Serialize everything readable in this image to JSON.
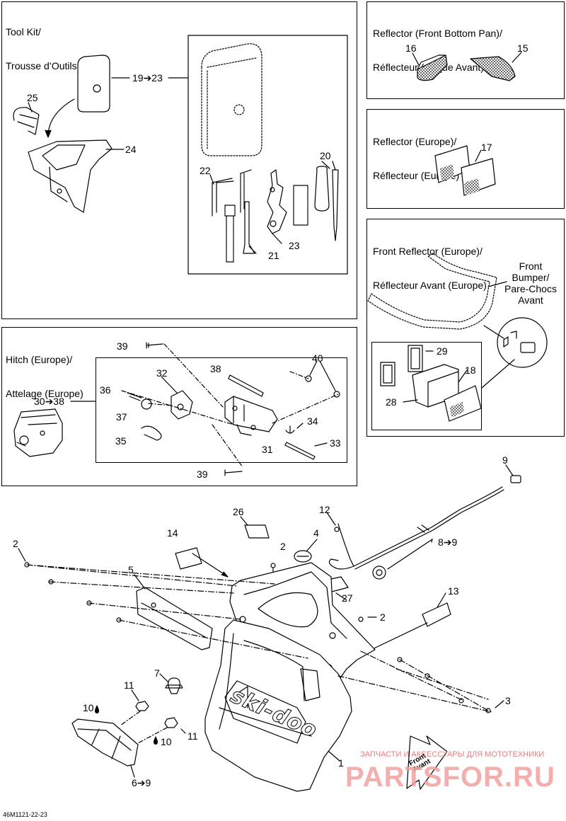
{
  "panels": {
    "tool_kit": {
      "title_line1": "Tool Kit/",
      "title_line2": "Trousse d’Outils"
    },
    "reflector_front_bottom": {
      "title_line1": "Reflector (Front Bottom Pan)/",
      "title_line2": "Réflecteur (Coque Avant)"
    },
    "reflector_europe": {
      "title_line1": "Reflector (Europe)/",
      "title_line2": "Réflecteur (Europe)"
    },
    "front_reflector_europe": {
      "title_line1": "Front Reflector (Europe)/",
      "title_line2": "Réflecteur Avant (Europe)"
    },
    "hitch_europe": {
      "title_line1": "Hitch (Europe)/",
      "title_line2": "Attelage (Europe)"
    }
  },
  "front_bumper_label": {
    "line1": "Front",
    "line2": "Bumper/",
    "line3": "Pare-Chocs",
    "line4": "Avant"
  },
  "part_labels": {
    "p25": "25",
    "p19_23": "19➔23",
    "p24": "24",
    "p22": "22",
    "p20": "20",
    "p23": "23",
    "p21": "21",
    "p16": "16",
    "p15": "15",
    "p17": "17",
    "p29": "29",
    "p18": "18",
    "p28": "28",
    "p39a": "39",
    "p40": "40",
    "p38": "38",
    "p32": "32",
    "p36": "36",
    "p30_38": "30➔38",
    "p37": "37",
    "p34": "34",
    "p35": "35",
    "p33": "33",
    "p31": "31",
    "p39b": "39",
    "p9": "9",
    "p12": "12",
    "p26": "26",
    "p4": "4",
    "p14": "14",
    "p2a": "2",
    "p2b": "2",
    "p8_9": "8➔9",
    "p5": "5",
    "p27": "27",
    "p13": "13",
    "p2c": "2",
    "p7": "7",
    "p11a": "11",
    "p3": "3",
    "p10a": "10",
    "p11b": "11",
    "p10b": "10",
    "p1": "1",
    "p6_9": "6➔9"
  },
  "brand_logo_text": "ski-doo",
  "front_arrow": {
    "line1": "Front",
    "line2": "Avant"
  },
  "watermark": {
    "top": "ЗАПЧАСТИ И АКСЕССУАРЫ ДЛЯ МОТОТЕХНИКИ",
    "main": "PARTSFOR.RU"
  },
  "figure_code": "46M1121-22-23",
  "colors": {
    "line": "#000000",
    "watermark": "#f2a0a0"
  }
}
